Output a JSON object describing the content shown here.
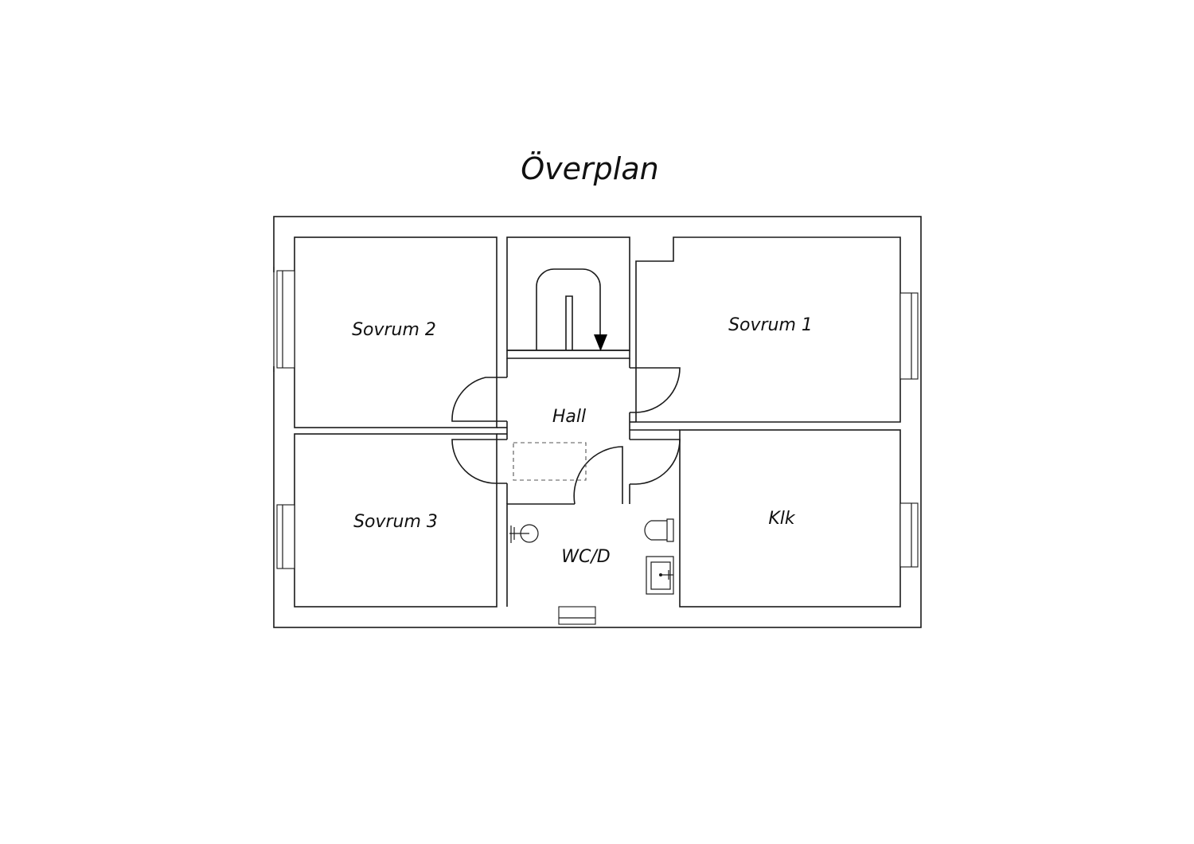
{
  "title": "Överplan",
  "rooms": {
    "sovrum2": "Sovrum 2",
    "sovrum1": "Sovrum 1",
    "hall": "Hall",
    "sovrum3": "Sovrum 3",
    "klk": "Klk",
    "wc": "WC/D"
  },
  "icons": {
    "stair_arrow": "stair-arrow-icon",
    "shower": "shower-icon",
    "toilet": "toilet-icon",
    "sink": "sink-icon"
  },
  "colors": {
    "line": "#1a1a1a",
    "background": "#ffffff"
  }
}
